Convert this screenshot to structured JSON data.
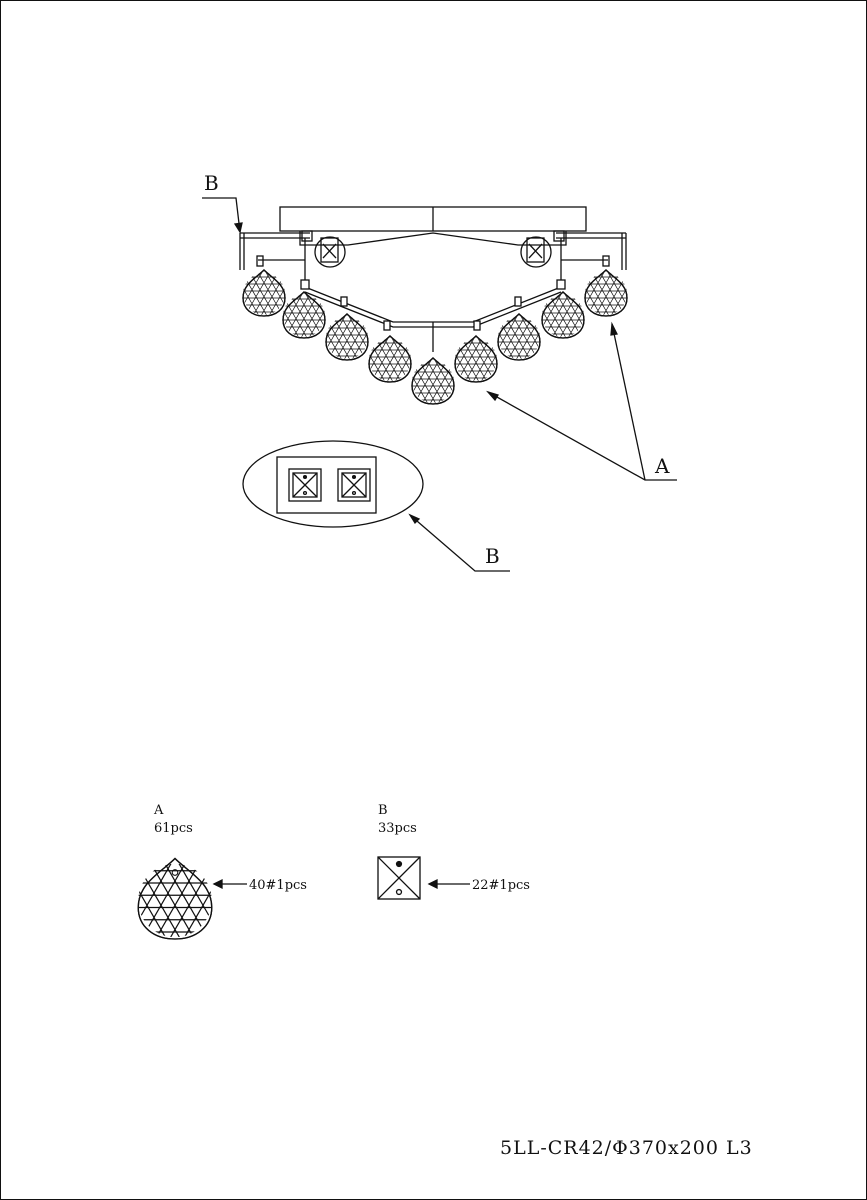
{
  "drawing": {
    "callout_a": "A",
    "callout_b_top": "B",
    "callout_b_detail": "B",
    "model_code": "5LL-CR42/Φ370x200 L3"
  },
  "parts": [
    {
      "letter": "A",
      "quantity": "61pcs",
      "spec": "40#1pcs",
      "shape": "faceted-crystal-ball"
    },
    {
      "letter": "B",
      "quantity": "33pcs",
      "spec": "22#1pcs",
      "shape": "square-crystal-bead"
    }
  ],
  "colors": {
    "line": "#111111",
    "background": "#ffffff"
  }
}
